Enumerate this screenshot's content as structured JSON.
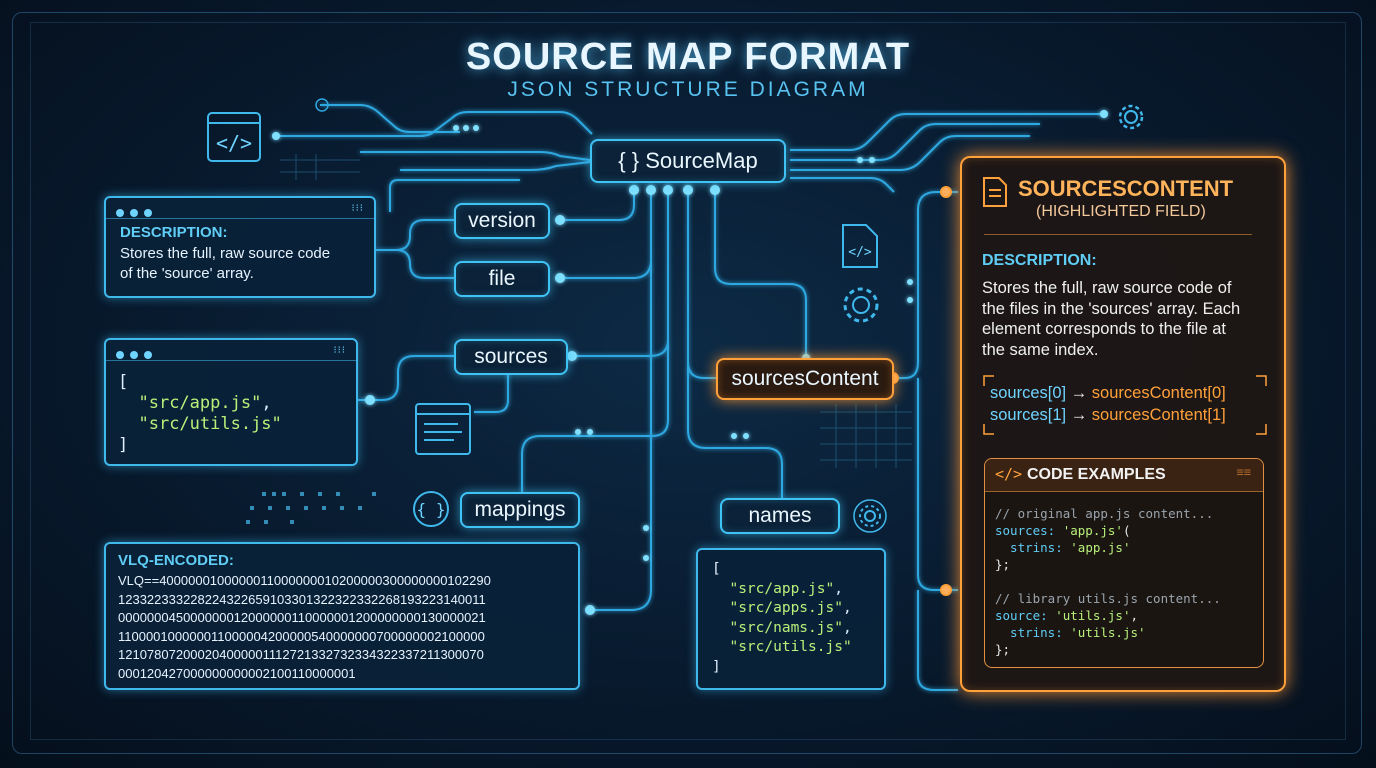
{
  "header": {
    "title": "SOURCE MAP FORMAT",
    "subtitle": "JSON STRUCTURE DIAGRAM"
  },
  "nodes": {
    "root": "{ } SourceMap",
    "version": "version",
    "file": "file",
    "sources": "sources",
    "sourcesContent": "sourcesContent",
    "mappings": "mappings",
    "names": "names"
  },
  "description_panel": {
    "label": "DESCRIPTION:",
    "text_1": "Stores the full, raw source code",
    "text_2": "of the 'source' array."
  },
  "sources_panel": {
    "lines": [
      "[",
      "  \"src/app.js\",",
      "  \"src/utils.js\"",
      "]"
    ]
  },
  "vlq_panel": {
    "label": "VLQ-ENCODED:",
    "lines": [
      "VLQ==400000010000001100000001020000030000000010229​0",
      "12332233322822432265910330132232233226819322314001​1",
      "00000004500000001200000011000000120000000013000002​1",
      "11000010000001100000420000054000000070000000210000​0",
      "12107807200020400000111272133273233432233721130007​0",
      "0001204270000000000021001100000​01"
    ]
  },
  "names_panel": {
    "lines": [
      "[",
      "  \"src/app.js\",",
      "  \"src/apps.js\",",
      "  \"src/nams.js\",",
      "  \"src/utils.js\"",
      "]"
    ]
  },
  "highlight_panel": {
    "title": "SOURCESCONTENT",
    "subtitle": "(HIGHLIGHTED FIELD)",
    "desc_label": "DESCRIPTION:",
    "desc_lines": [
      "Stores the full, raw source code of",
      "the files in the 'sources' array. Each",
      "element corresponds to the file at",
      "the same index."
    ],
    "mapping_rows": [
      {
        "left": "sources[0]",
        "arrow": "→",
        "right": "sourcesContent[0]"
      },
      {
        "left": "sources[1]",
        "arrow": "→",
        "right": "sourcesContent[1]"
      }
    ],
    "code_title": "CODE EXAMPLES",
    "code_lines": [
      {
        "text": "// original app.js content...",
        "kind": "comment"
      },
      {
        "key": "sources: ",
        "val": "'app.js'",
        "rest": "("
      },
      {
        "key": "  strins: ",
        "val": "'app.js'",
        "rest": ""
      },
      {
        "text": "};",
        "kind": "plain"
      },
      {
        "text": "",
        "kind": "plain"
      },
      {
        "text": "// library utils.js content...",
        "kind": "comment"
      },
      {
        "key": "source: ",
        "val": "'utils.js'",
        "rest": ","
      },
      {
        "key": "  strins: ",
        "val": "'utils.js'",
        "rest": ""
      },
      {
        "text": "};",
        "kind": "plain"
      }
    ]
  },
  "colors": {
    "cyan": "#3fc3f5",
    "orange": "#ffa13a",
    "string_green": "#b8f07a",
    "key_cyan": "#5fcdf5"
  },
  "icons": [
    "code-window-icon",
    "gear-icon",
    "file-code-icon",
    "document-icon",
    "braces-icon",
    "code-tag-icon"
  ]
}
